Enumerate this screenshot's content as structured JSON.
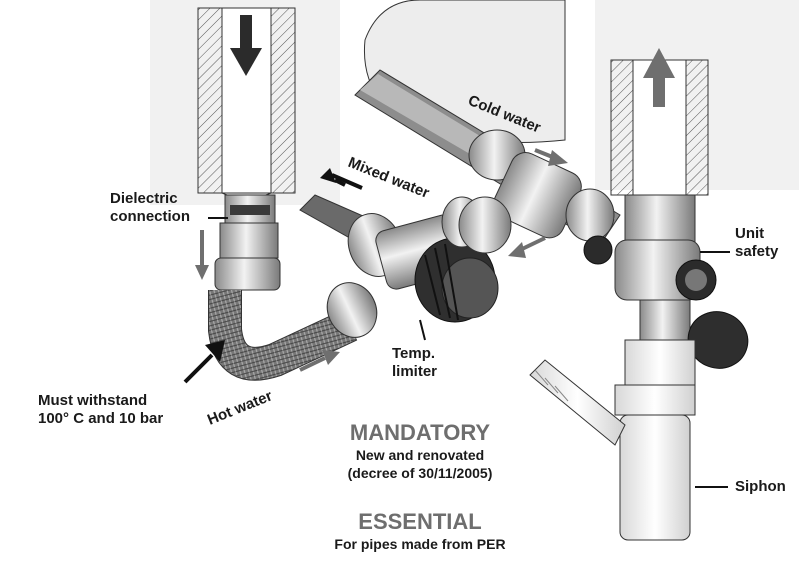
{
  "labels": {
    "dielectric": [
      "Dielectric",
      "connection"
    ],
    "cold_water": "Cold water",
    "mixed_water": "Mixed water",
    "unit_safety": [
      "Unit",
      "safety"
    ],
    "temp_limiter": [
      "Temp.",
      "limiter"
    ],
    "hot_water": "Hot water",
    "withstand": [
      "Must withstand",
      "100° C and 10 bar"
    ],
    "siphon": "Siphon"
  },
  "notes": {
    "mandatory_title": "MANDATORY",
    "mandatory_line1": "New and renovated",
    "mandatory_line2": "(decree of 30/11/2005)",
    "essential_title": "ESSENTIAL",
    "essential_line": "For pipes made from PER"
  },
  "colors": {
    "arrow_dark": "#2b2b2b",
    "arrow_grey": "#6f6f6f",
    "metal": "#c9c9c9",
    "text_grey": "#6e6e6e"
  }
}
